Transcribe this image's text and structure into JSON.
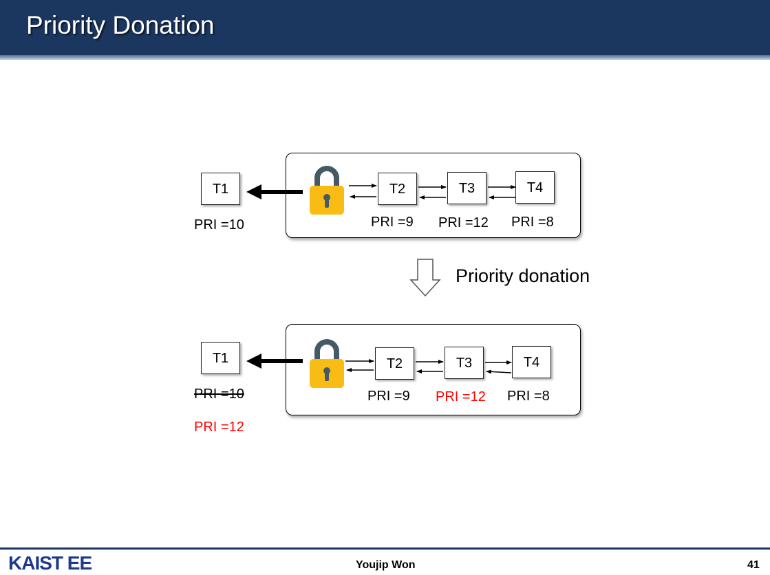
{
  "slide": {
    "title": "Priority Donation",
    "page_number": "41"
  },
  "footer": {
    "logo": "KAIST EE",
    "author": "Youjip Won"
  },
  "diagram": {
    "before": {
      "holder": {
        "name": "T1",
        "pri": "PRI =10"
      },
      "waiters": [
        {
          "name": "T2",
          "pri": "PRI =9"
        },
        {
          "name": "T3",
          "pri": "PRI =12"
        },
        {
          "name": "T4",
          "pri": "PRI =8"
        }
      ]
    },
    "transition_label": "Priority donation",
    "after": {
      "holder": {
        "name": "T1",
        "old_pri": "PRI =10",
        "new_pri": "PRI =12"
      },
      "waiters": [
        {
          "name": "T2",
          "pri": "PRI =9"
        },
        {
          "name": "T3",
          "pri": "PRI =12"
        },
        {
          "name": "T4",
          "pri": "PRI =8"
        }
      ]
    }
  },
  "colors": {
    "header": "#1b365f",
    "lock_body": "#f9bc15",
    "lock_shackle": "#455a64",
    "highlight": "#ff0000"
  }
}
